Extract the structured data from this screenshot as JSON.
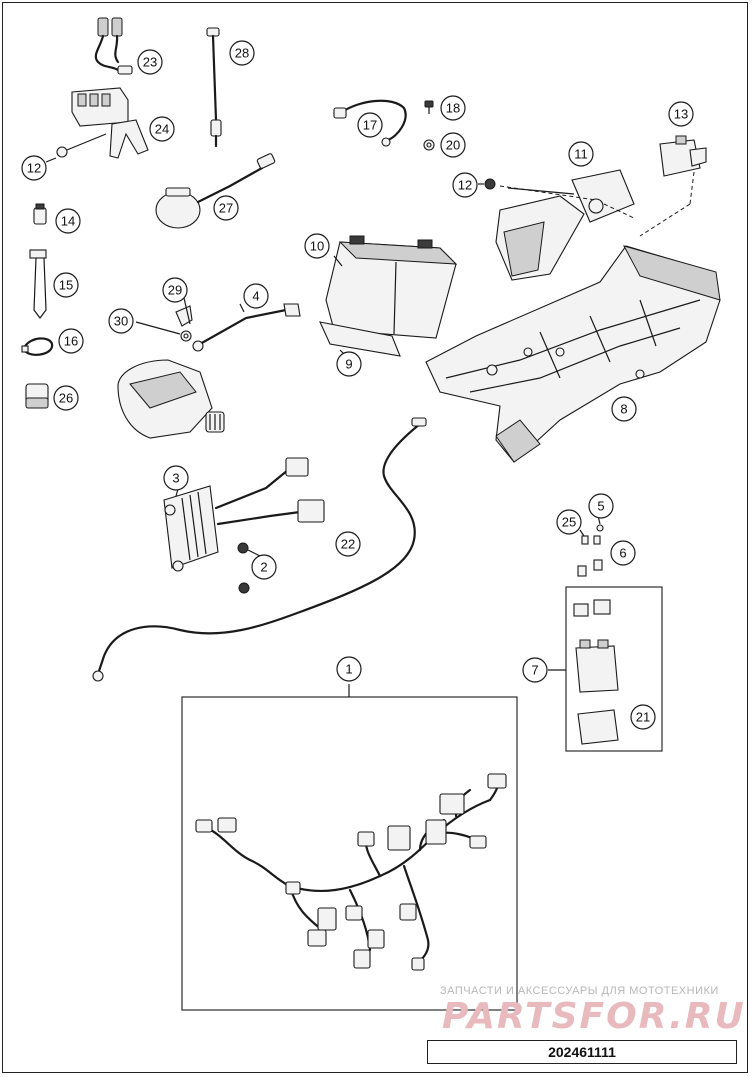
{
  "callouts": [
    {
      "id": "callout-1",
      "label": "1"
    },
    {
      "id": "callout-2",
      "label": "2"
    },
    {
      "id": "callout-3",
      "label": "3"
    },
    {
      "id": "callout-4",
      "label": "4"
    },
    {
      "id": "callout-5",
      "label": "5"
    },
    {
      "id": "callout-6",
      "label": "6"
    },
    {
      "id": "callout-7",
      "label": "7"
    },
    {
      "id": "callout-8",
      "label": "8"
    },
    {
      "id": "callout-9",
      "label": "9"
    },
    {
      "id": "callout-10",
      "label": "10"
    },
    {
      "id": "callout-11",
      "label": "11"
    },
    {
      "id": "callout-12a",
      "label": "12"
    },
    {
      "id": "callout-12b",
      "label": "12"
    },
    {
      "id": "callout-13",
      "label": "13"
    },
    {
      "id": "callout-14",
      "label": "14"
    },
    {
      "id": "callout-15",
      "label": "15"
    },
    {
      "id": "callout-16",
      "label": "16"
    },
    {
      "id": "callout-17",
      "label": "17"
    },
    {
      "id": "callout-18",
      "label": "18"
    },
    {
      "id": "callout-20",
      "label": "20"
    },
    {
      "id": "callout-21",
      "label": "21"
    },
    {
      "id": "callout-22",
      "label": "22"
    },
    {
      "id": "callout-23",
      "label": "23"
    },
    {
      "id": "callout-24",
      "label": "24"
    },
    {
      "id": "callout-25",
      "label": "25"
    },
    {
      "id": "callout-26",
      "label": "26"
    },
    {
      "id": "callout-27",
      "label": "27"
    },
    {
      "id": "callout-28",
      "label": "28"
    },
    {
      "id": "callout-29",
      "label": "29"
    },
    {
      "id": "callout-30",
      "label": "30"
    }
  ],
  "watermark": {
    "tagline": "ЗАПЧАСТИ И АКСЕССУАРЫ ДЛЯ МОТОТЕХНИКИ",
    "logo": "PARTSFOR.RU",
    "logo_color": "#e8b9bd"
  },
  "diagram_id": "202461111",
  "colors": {
    "line": "#1a1a1a",
    "part_fill": "#f3f3f3",
    "part_shade": "#cfcfcf"
  }
}
